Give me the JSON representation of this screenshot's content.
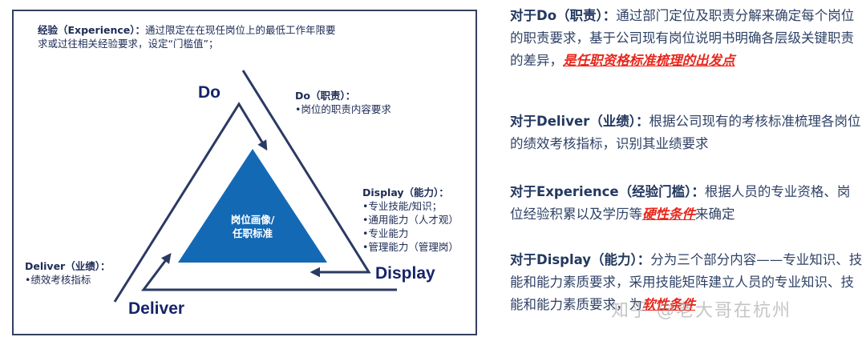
{
  "diagram": {
    "experience_note": {
      "heading": "经验（Experience）：",
      "line1": "通过限定在在现任岗位上的最低工作年限要",
      "line2": "求或过往相关经验要求，设定“门槛值”；"
    },
    "do_note": {
      "heading": "Do（职责）：",
      "items": [
        "•岗位的职责内容要求"
      ]
    },
    "display_note": {
      "heading": "Display（能力）：",
      "items": [
        "•专业技能/知识；",
        "•通用能力（人才观）",
        "•专业能力",
        "•管理能力（管理岗）"
      ]
    },
    "deliver_note": {
      "heading": "Deliver（业绩）：",
      "items": [
        "•绩效考核指标"
      ]
    },
    "vertex_labels": {
      "do": "Do",
      "display": "Display",
      "deliver": "Deliver"
    },
    "center": {
      "line1": "岗位画像/",
      "line2": "任职标准"
    },
    "colors": {
      "frame": "#34405f",
      "arrows": "#2b3a63",
      "center_triangle": "#1469b5",
      "vertex_label": "#16236b"
    }
  },
  "explanations": [
    {
      "heading": "对于Do（职责）：",
      "text": "通过部门定位及职责分解来确定每个岗位的职责要求，基于公司现有岗位说明书明确各层级关键职责的差异，",
      "emphasis": "是任职资格标准梳理的出发点",
      "tail": ""
    },
    {
      "heading": "对于Deliver（业绩）：",
      "text": "根据公司现有的考核标准梳理各岗位的绩效考核指标，识别其业绩要求",
      "emphasis": "",
      "tail": ""
    },
    {
      "heading": "对于Experience（经验门槛）：",
      "text": "根据人员的专业资格、岗位经验积累以及学历等",
      "emphasis": "硬性条件",
      "tail": "来确定"
    },
    {
      "heading": "对于Display（能力）：",
      "text": "分为三个部分内容——专业知识、技能和能力素质要求，采用技能矩阵建立人员的专业知识、技能和能力素质要求，为",
      "emphasis": "软性条件",
      "tail": ""
    }
  ],
  "colors": {
    "emphasis": "#e8261c",
    "body_text": "#2f4266"
  },
  "watermark": "知乎 @老大哥在杭州"
}
